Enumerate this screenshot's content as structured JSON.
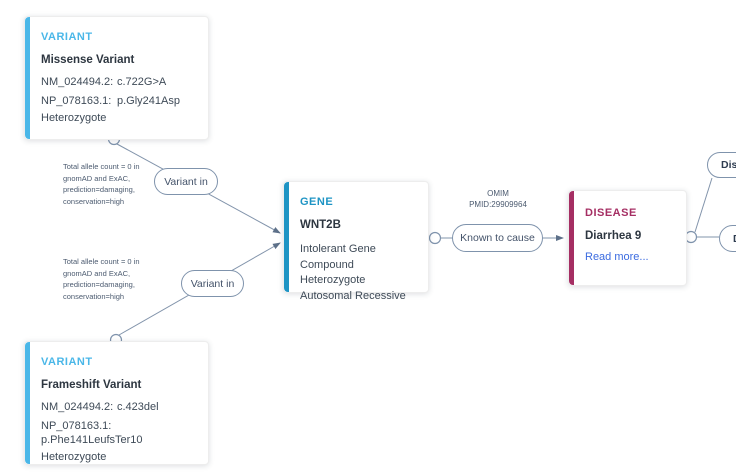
{
  "nodes": {
    "variant_top": {
      "type_label": "VARIANT",
      "title": "Missense Variant",
      "rows": [
        {
          "label": "NM_024494.2:",
          "value": "c.722G>A"
        },
        {
          "label": "NP_078163.1:",
          "value": "p.Gly241Asp"
        }
      ],
      "zygosity": "Heterozygote"
    },
    "variant_bottom": {
      "type_label": "VARIANT",
      "title": "Frameshift Variant",
      "rows": [
        {
          "label": "NM_024494.2:",
          "value": "c.423del"
        },
        {
          "label": "NP_078163.1:",
          "value": "p.Phe141LeufsTer10"
        }
      ],
      "zygosity": "Heterozygote"
    },
    "gene": {
      "type_label": "GENE",
      "title": "WNT2B",
      "attributes": [
        "Intolerant Gene",
        "Compound Heterozygote",
        "Autosomal Recessive"
      ]
    },
    "disease": {
      "type_label": "DISEASE",
      "title": "Diarrhea 9",
      "link_label": "Read more..."
    },
    "disease_stub_top": {
      "label": "Dise"
    },
    "disease_stub_side": {
      "label": "D"
    }
  },
  "edges": {
    "variant_top_to_gene": {
      "label": "Variant in",
      "annotation": "Total allele count = 0 in\ngnomAD and ExAC,\nprediction=damaging,\nconservation=high"
    },
    "variant_bottom_to_gene": {
      "label": "Variant in",
      "annotation": "Total allele count = 0 in\ngnomAD and ExAC,\nprediction=damaging,\nconservation=high"
    },
    "gene_to_disease": {
      "label": "Known to cause",
      "annotation": "OMIM\nPMID:29909964"
    }
  },
  "colors": {
    "variant_accent": "#4ab7e8",
    "gene_accent": "#1e94c4",
    "disease_accent": "#a52e63",
    "link": "#3b6be0",
    "edge_line": "#8294ab"
  }
}
